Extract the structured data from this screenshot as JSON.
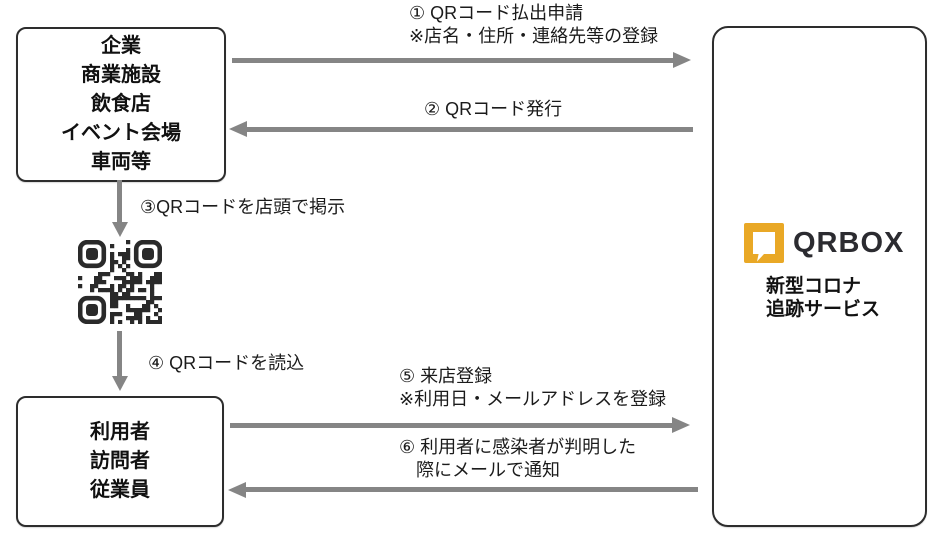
{
  "colors": {
    "arrow_gray": "#858585",
    "box_border": "#2d2d2d",
    "text_dark": "#1b1b1b",
    "brand_yellow": "#E9A826",
    "brand_text": "#2b2b30",
    "qr_dark": "#2a2a2a"
  },
  "boxes": {
    "organizations": {
      "lines": [
        "企業",
        "商業施設",
        "飲食店",
        "イベント会場",
        "車両等"
      ]
    },
    "users": {
      "lines": [
        "利用者",
        "訪問者",
        "従業員"
      ]
    },
    "service": {
      "brand": "QRBOX",
      "name_line1": "新型コロナ",
      "name_line2": "追跡サービス"
    }
  },
  "steps": {
    "step1": {
      "line1": "① QRコード払出申請",
      "line2": "※店名・住所・連絡先等の登録",
      "direction": "right"
    },
    "step2": {
      "label": "② QRコード発行",
      "direction": "left"
    },
    "step3": {
      "label": "③QRコードを店頭で掲示",
      "direction": "down"
    },
    "step4": {
      "label": "④ QRコードを読込",
      "direction": "down"
    },
    "step5": {
      "line1": "⑤ 来店登録",
      "line2": "※利用日・メールアドレスを登録",
      "direction": "right"
    },
    "step6": {
      "line1": "⑥ 利用者に感染者が判明した",
      "line2": "際にメールで通知",
      "direction": "left"
    }
  }
}
